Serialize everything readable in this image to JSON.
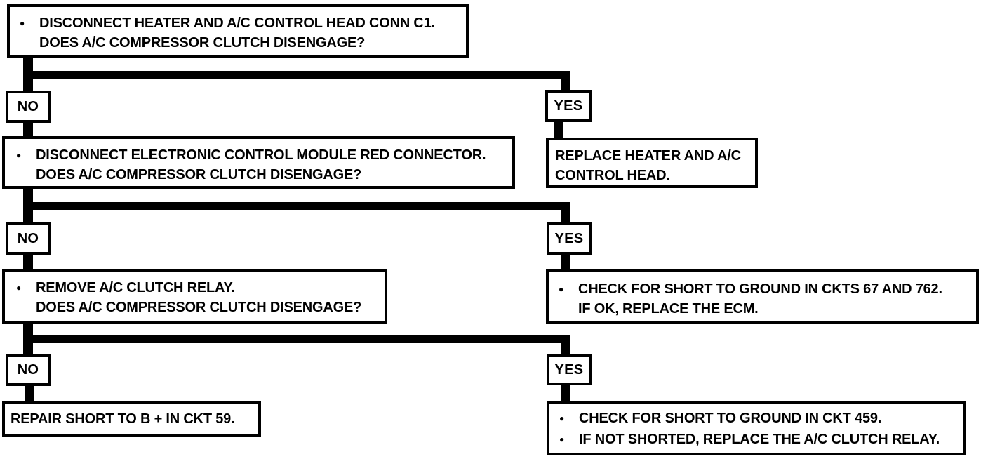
{
  "palette": {
    "ink": "#000000",
    "paper": "#ffffff"
  },
  "labels": {
    "no": "NO",
    "yes": "YES",
    "bullet": "●"
  },
  "flowchart": {
    "step1": {
      "lines": [
        "DISCONNECT HEATER AND A/C CONTROL HEAD CONN C1.",
        "DOES A/C COMPRESSOR CLUTCH DISENGAGE?"
      ]
    },
    "step2": {
      "lines": [
        "DISCONNECT ELECTRONIC CONTROL MODULE RED CONNECTOR.",
        "DOES A/C COMPRESSOR CLUTCH DISENGAGE?"
      ]
    },
    "step3": {
      "lines": [
        "REMOVE A/C CLUTCH RELAY.",
        "DOES A/C COMPRESSOR CLUTCH DISENGAGE?"
      ]
    },
    "replace_head": {
      "lines": [
        "REPLACE HEATER AND A/C",
        "CONTROL HEAD."
      ]
    },
    "check_ckts_67_762": {
      "lines": [
        "CHECK FOR SHORT TO GROUND IN CKTS 67 AND 762.",
        "IF OK, REPLACE THE ECM."
      ]
    },
    "repair_short_ckt59": {
      "lines": [
        "REPAIR SHORT TO B + IN CKT 59."
      ]
    },
    "check_ckt_459": {
      "lines": [
        "CHECK FOR SHORT TO GROUND IN CKT 459.",
        "IF NOT SHORTED, REPLACE THE A/C CLUTCH RELAY."
      ]
    }
  }
}
